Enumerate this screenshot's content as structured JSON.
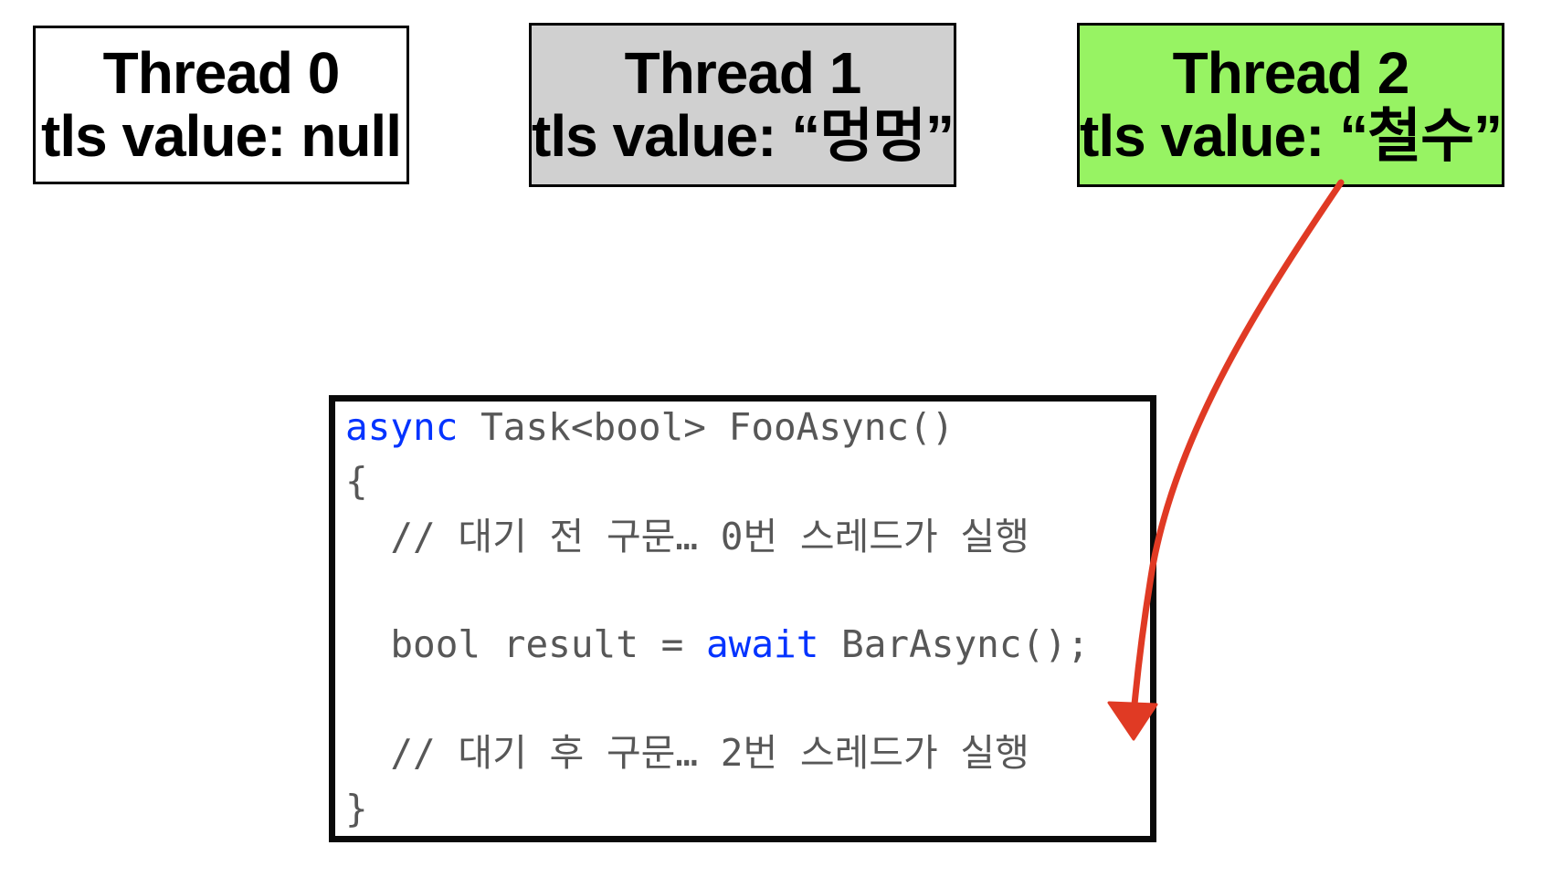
{
  "threads": [
    {
      "title": "Thread 0",
      "tls_label": "tls value: null",
      "bg": "#ffffff"
    },
    {
      "title": "Thread 1",
      "tls_label": "tls value: “멍멍”",
      "bg": "#d0d0d0"
    },
    {
      "title": "Thread 2",
      "tls_label": "tls value: “철수”",
      "bg": "#97f363"
    }
  ],
  "code": {
    "lines": [
      {
        "kw": "async",
        "rest": " Task<bool> FooAsync()"
      },
      {
        "text": "{"
      },
      {
        "text": "  // 대기 전 구문… 0번 스레드가 실행"
      },
      {
        "pre": "  bool result = ",
        "kw": "await",
        "rest": " BarAsync();"
      },
      {
        "text": "  // 대기 후 구문… 2번 스레드가 실행"
      },
      {
        "text": "}"
      }
    ],
    "keyword_color": "#0433ff",
    "text_color": "#575757"
  },
  "arrow": {
    "color": "#e03a24",
    "from": "Thread 2",
    "to": "after-await code"
  }
}
